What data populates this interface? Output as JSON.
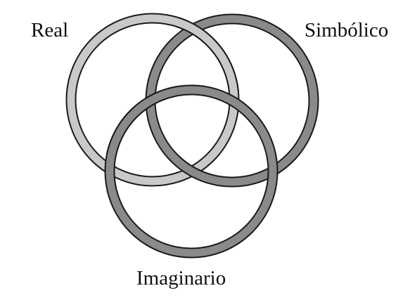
{
  "rings": [
    {
      "label": "Real",
      "fill": "#c9c9c9"
    },
    {
      "label": "Simbólico",
      "fill": "#8a8a8a"
    },
    {
      "label": "Imaginario",
      "fill": "#8a8a8a"
    }
  ],
  "colors": {
    "outline": "#1a1a1a",
    "label": "#111111",
    "background": "#ffffff"
  }
}
